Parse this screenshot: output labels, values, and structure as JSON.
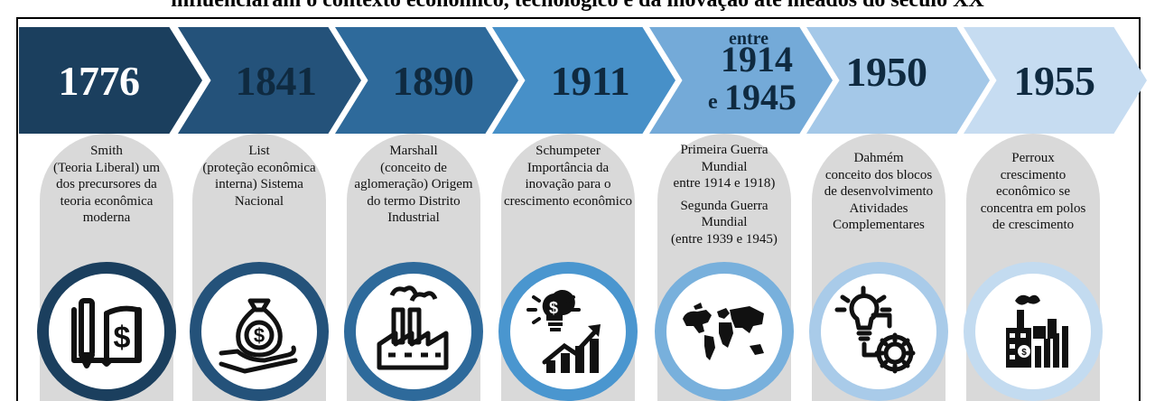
{
  "caption": "influenciaram o contexto econômico, tecnológico e da inovação até meados do século XX",
  "timeline": [
    {
      "year": "1776",
      "color": "#1b3f5e",
      "year_color": "#ffffff",
      "ring_color": "#1b3f5e",
      "icon": "book-pen-dollar-icon",
      "lines": [
        "Smith",
        "(Teoria Liberal) um",
        "dos precursores da",
        "teoria econômica",
        "moderna"
      ]
    },
    {
      "year": "1841",
      "color": "#24527a",
      "year_color": "#0f2a40",
      "ring_color": "#24527a",
      "icon": "money-bag-hand-icon",
      "lines": [
        "List",
        "(proteção econômica",
        "interna) Sistema",
        "Nacional"
      ]
    },
    {
      "year": "1890",
      "color": "#2e6a9b",
      "year_color": "#0f2a40",
      "ring_color": "#2e6a9b",
      "icon": "factory-icon",
      "lines": [
        "Marshall",
        "(conceito de",
        "aglomeração) Origem",
        "do termo Distrito",
        "Industrial"
      ]
    },
    {
      "year": "1911",
      "color": "#4790c8",
      "year_color": "#0f2a40",
      "ring_color": "#4a96cf",
      "icon": "lightbulb-growth-chart-icon",
      "lines": [
        "Schumpeter",
        "Importância da",
        "inovação para o",
        "crescimento econômico"
      ]
    },
    {
      "year_prefix": "entre",
      "year": "1914",
      "year_joiner": "e",
      "year_end": "1945",
      "color": "#74aad8",
      "year_color": "#0f2a40",
      "ring_color": "#78b0dc",
      "icon": "world-map-icon",
      "lines_a": [
        "Primeira Guerra",
        "Mundial",
        "entre 1914 e 1918)"
      ],
      "lines_b": [
        "Segunda Guerra",
        "Mundial",
        "(entre 1939 e 1945)"
      ]
    },
    {
      "year": "1950",
      "color": "#a4c8e8",
      "year_color": "#0f2a40",
      "ring_color": "#a9cbe9",
      "icon": "lightbulb-gear-icon",
      "lines": [
        "Dahmém",
        "conceito dos blocos",
        "de desenvolvimento",
        "Atividades",
        "Complementares"
      ]
    },
    {
      "year": "1955",
      "color": "#c6dcf1",
      "year_color": "#0f2a40",
      "ring_color": "#c3dbf0",
      "icon": "industry-chart-icon",
      "lines": [
        "Perroux",
        "crescimento",
        "econômico se",
        "concentra em polos",
        "de crescimento"
      ]
    }
  ]
}
